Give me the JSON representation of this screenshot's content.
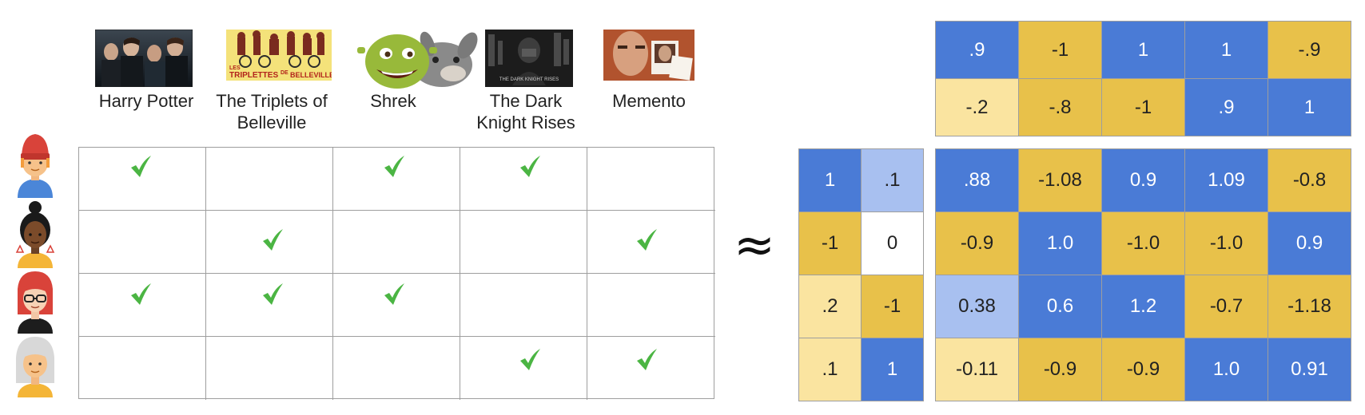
{
  "movies": [
    {
      "title": "Harry Potter",
      "poster_name": "harry-potter-poster"
    },
    {
      "title": "The Triplets of Belleville",
      "poster_name": "triplets-of-belleville-poster"
    },
    {
      "title": "Shrek",
      "poster_name": "shrek-poster"
    },
    {
      "title": "The Dark Knight Rises",
      "poster_name": "dark-knight-rises-poster",
      "poster_caption": "THE DARK KNIGHT RISES"
    },
    {
      "title": "Memento",
      "poster_name": "memento-poster"
    }
  ],
  "poster_text": {
    "triplets_les": "LES",
    "triplets_main": "TRIPLETTES",
    "triplets_de": "DE",
    "triplets_end": "BELLEVILLE"
  },
  "users": [
    {
      "icon": "user-red-beanie-icon"
    },
    {
      "icon": "user-black-hair-bun-icon"
    },
    {
      "icon": "user-red-hair-glasses-icon"
    },
    {
      "icon": "user-white-hair-icon"
    }
  ],
  "ratings": [
    [
      true,
      false,
      true,
      true,
      false
    ],
    [
      false,
      true,
      false,
      false,
      true
    ],
    [
      true,
      true,
      true,
      false,
      false
    ],
    [
      false,
      false,
      false,
      true,
      true
    ]
  ],
  "check_icon": "checkmark-icon",
  "approx_symbol": "≈",
  "user_embeddings": [
    [
      ".9",
      "-1",
      "1",
      "1",
      "-.9"
    ],
    [
      "-.2",
      "-.8",
      "-1",
      ".9",
      "1"
    ]
  ],
  "user_embedding_colors": [
    [
      "blue",
      "gold",
      "blue",
      "blue",
      "gold"
    ],
    [
      "lightgold",
      "gold",
      "gold",
      "blue",
      "blue"
    ]
  ],
  "item_embeddings": [
    [
      "1",
      ".1"
    ],
    [
      "-1",
      "0"
    ],
    [
      ".2",
      "-1"
    ],
    [
      ".1",
      "1"
    ]
  ],
  "item_embedding_colors": [
    [
      "blue",
      "lightblue"
    ],
    [
      "gold",
      "white"
    ],
    [
      "lightgold",
      "gold"
    ],
    [
      "lightgold",
      "blue"
    ]
  ],
  "product_matrix": [
    [
      ".88",
      "-1.08",
      "0.9",
      "1.09",
      "-0.8"
    ],
    [
      "-0.9",
      "1.0",
      "-1.0",
      "-1.0",
      "0.9"
    ],
    [
      "0.38",
      "0.6",
      "1.2",
      "-0.7",
      "-1.18"
    ],
    [
      "-0.11",
      "-0.9",
      "-0.9",
      "1.0",
      "0.91"
    ]
  ],
  "product_colors": [
    [
      "blue",
      "gold",
      "blue",
      "blue",
      "gold"
    ],
    [
      "gold",
      "blue",
      "gold",
      "gold",
      "blue"
    ],
    [
      "lightblue",
      "blue",
      "blue",
      "gold",
      "gold"
    ],
    [
      "lightgold",
      "gold",
      "gold",
      "blue",
      "blue"
    ]
  ],
  "palette": {
    "blue": "#4a7bd6",
    "lightblue": "#a8c0f0",
    "gold": "#e8c14a",
    "lightgold": "#fae4a0",
    "white": "#ffffff",
    "check_green": "#4bb543"
  }
}
